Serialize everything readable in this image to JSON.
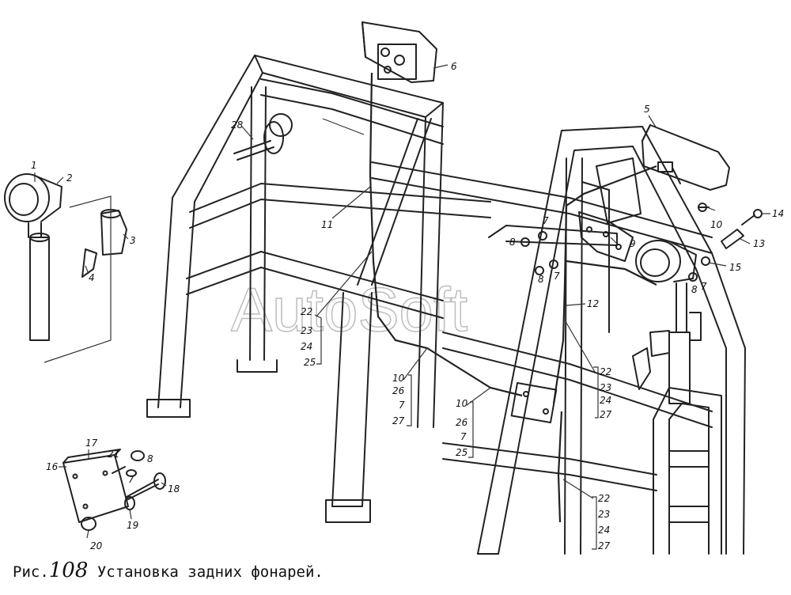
{
  "watermark": "AutoSoft",
  "caption": {
    "prefix": "Рис.",
    "number": "108",
    "title": "Установка задних фонарей."
  },
  "callouts": {
    "c1": "1",
    "c2": "2",
    "c3": "3",
    "c4": "4",
    "c5": "5",
    "c6": "6",
    "c7a": "7",
    "c8a": "8",
    "c7b": "7",
    "c8b": "8",
    "c8c": "8",
    "c7c": "7",
    "c7d": "7",
    "c8d": "8",
    "c9": "9",
    "c10a": "10",
    "c11": "11",
    "c12": "12",
    "c13": "13",
    "c14": "14",
    "c15": "15",
    "c16": "16",
    "c17": "17",
    "c18": "18",
    "c19": "19",
    "c20": "20",
    "c21": "21",
    "c28": "28",
    "s1a": "22",
    "s1b": "23",
    "s1c": "24",
    "s1d": "25",
    "s2a": "10",
    "s2b": "26",
    "s2c": "7",
    "s2d": "27",
    "s3a": "10",
    "s3b": "26",
    "s3c": "7",
    "s3d": "25",
    "s4a": "22",
    "s4b": "23",
    "s4c": "24",
    "s4d": "27",
    "s5a": "22",
    "s5b": "23",
    "s5c": "24",
    "s5d": "27"
  }
}
